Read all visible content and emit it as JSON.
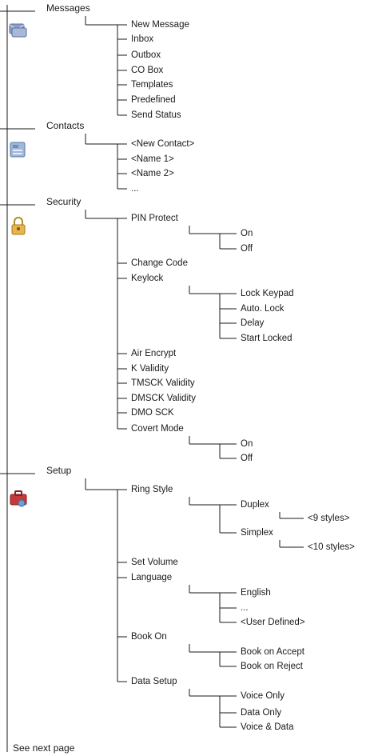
{
  "sections": [
    {
      "title": "Messages",
      "icon": "envelopes-icon",
      "items": [
        {
          "label": "New Message"
        },
        {
          "label": "Inbox"
        },
        {
          "label": "Outbox"
        },
        {
          "label": "CO Box"
        },
        {
          "label": "Templates"
        },
        {
          "label": "Predefined"
        },
        {
          "label": "Send Status"
        }
      ]
    },
    {
      "title": "Contacts",
      "icon": "address-book-icon",
      "items": [
        {
          "label": "<New Contact>"
        },
        {
          "label": "<Name 1>"
        },
        {
          "label": "<Name 2>"
        },
        {
          "label": "..."
        }
      ]
    },
    {
      "title": "Security",
      "icon": "padlock-icon",
      "items": [
        {
          "label": "PIN Protect",
          "children": [
            {
              "label": "On"
            },
            {
              "label": "Off"
            }
          ]
        },
        {
          "label": "Change Code"
        },
        {
          "label": "Keylock",
          "children": [
            {
              "label": "Lock Keypad"
            },
            {
              "label": "Auto. Lock"
            },
            {
              "label": "Delay"
            },
            {
              "label": "Start Locked"
            }
          ]
        },
        {
          "label": "Air Encrypt"
        },
        {
          "label": "K Validity"
        },
        {
          "label": "TMSCK Validity"
        },
        {
          "label": "DMSCK Validity"
        },
        {
          "label": "DMO SCK"
        },
        {
          "label": "Covert Mode",
          "children": [
            {
              "label": "On"
            },
            {
              "label": "Off"
            }
          ]
        }
      ]
    },
    {
      "title": "Setup",
      "icon": "toolbox-icon",
      "items": [
        {
          "label": "Ring Style",
          "children": [
            {
              "label": "Duplex",
              "children": [
                {
                  "label": "<9 styles>"
                }
              ]
            },
            {
              "label": "Simplex",
              "children": [
                {
                  "label": "<10 styles>"
                }
              ]
            }
          ]
        },
        {
          "label": "Set Volume"
        },
        {
          "label": "Language",
          "children": [
            {
              "label": "English"
            },
            {
              "label": "..."
            },
            {
              "label": "<User Defined>"
            }
          ]
        },
        {
          "label": "Book On",
          "children": [
            {
              "label": "Book on Accept"
            },
            {
              "label": "Book on Reject"
            }
          ]
        },
        {
          "label": "Data Setup",
          "children": [
            {
              "label": "Voice Only"
            },
            {
              "label": "Data Only"
            },
            {
              "label": "Voice & Data"
            }
          ]
        }
      ]
    }
  ],
  "footer": "See next page",
  "colors": {
    "line": "#1a1a1a",
    "text": "#1a1a1a"
  }
}
